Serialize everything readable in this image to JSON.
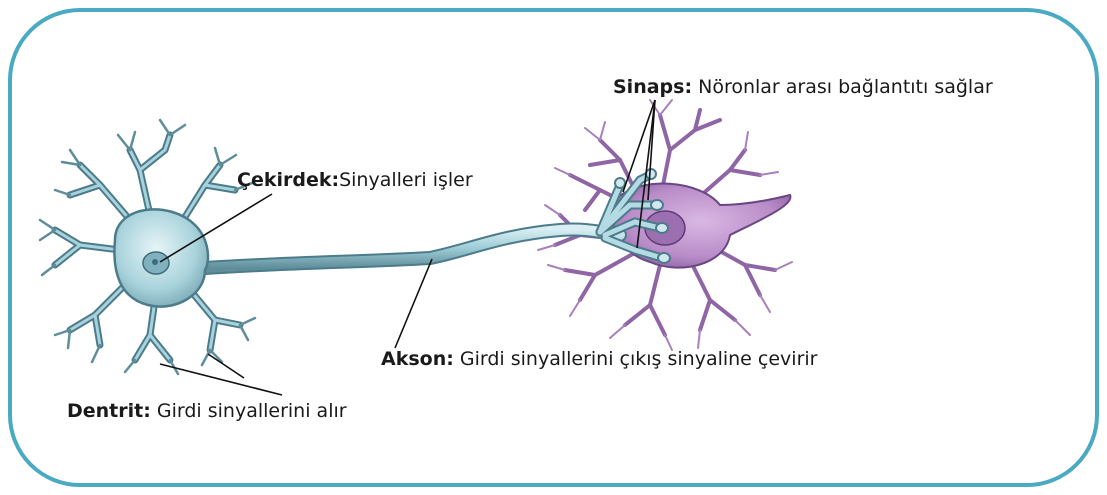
{
  "labels": {
    "sinaps": {
      "term": "Sinaps:",
      "text": " Nöronlar arası bağlantıtı sağlar"
    },
    "cekirdek": {
      "term": "Çekirdek:",
      "text": "Sinyalleri işler"
    },
    "akson": {
      "term": "Akson:",
      "text": " Girdi sinyallerini çıkış sinyaline çevirir"
    },
    "dentrit": {
      "term": "Dentrit:",
      "text": " Girdi sinyallerini alır"
    }
  },
  "colors": {
    "frame": "#4aa9c3",
    "neuron_blue": "#a9d3dc",
    "neuron_blue_dark": "#4c7c8b",
    "neuron_purple": "#b98cc8",
    "neuron_purple_dark": "#5f3b78",
    "pointer": "#111111"
  }
}
